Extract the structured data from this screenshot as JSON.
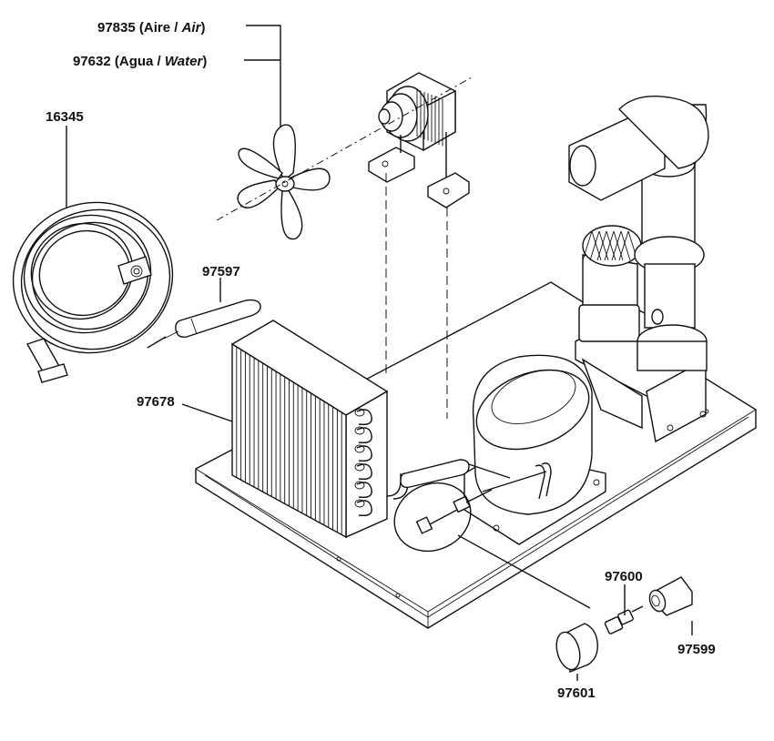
{
  "labels": {
    "fan_air": {
      "code": "97835",
      "text": "Aire",
      "italic": "Air"
    },
    "fan_water": {
      "code": "97632",
      "text": "Agua",
      "italic": "Water"
    },
    "coil": "16345",
    "capillary_filter": "97597",
    "condenser": "97678",
    "valve_body": "97600",
    "valve_nut": "97599",
    "valve_cap": "97601"
  }
}
